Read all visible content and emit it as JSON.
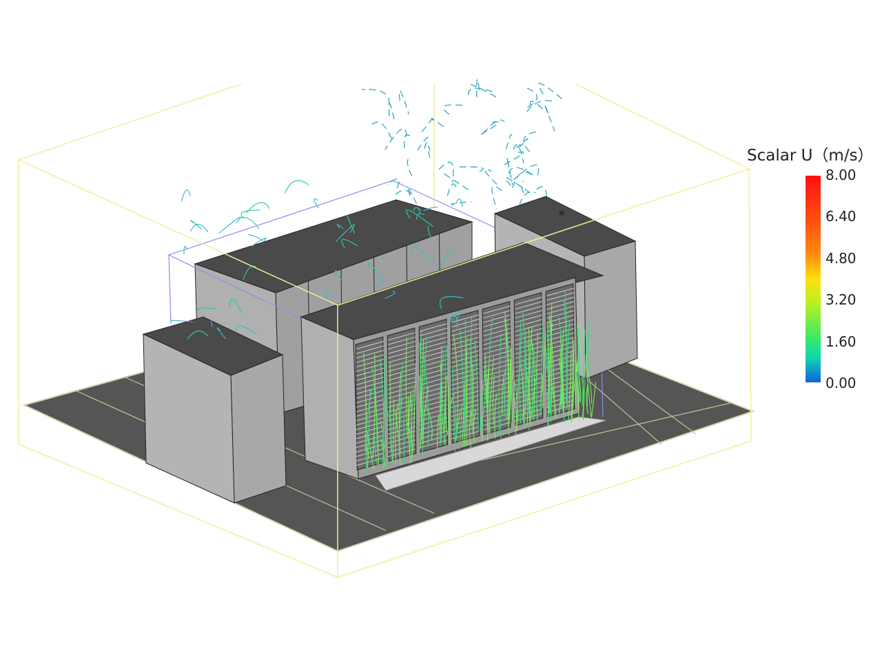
{
  "legend": {
    "title": "Scalar U（m/s）",
    "ticks": [
      "8.00",
      "6.40",
      "4.80",
      "3.20",
      "1.60",
      "0.00"
    ],
    "min": 0,
    "max": 8,
    "colors": [
      "#1060e0",
      "#10d8b0",
      "#30e870",
      "#b8f020",
      "#ffe010",
      "#ff8a10",
      "#ff1010"
    ]
  },
  "colors": {
    "floor": "#555555",
    "rack_top": "#4a4a4a",
    "rack_side": "#a8a8a8",
    "domain_box": "#f2ee9a",
    "containment_box": "#8c8cf0"
  }
}
